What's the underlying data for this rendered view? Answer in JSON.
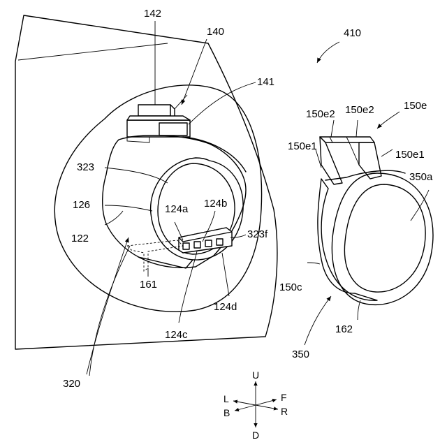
{
  "diagram": {
    "labels": {
      "n410": "410",
      "n142": "142",
      "n140": "140",
      "n141": "141",
      "n150e": "150e",
      "n150e2_left": "150e2",
      "n150e2_right": "150e2",
      "n150e1_left": "150e1",
      "n150e1_right": "150e1",
      "n323": "323",
      "n126": "126",
      "n124a": "124a",
      "n124b": "124b",
      "n122": "122",
      "n323f": "323f",
      "n350a": "350a",
      "n161": "161",
      "n150c": "150c",
      "n124d": "124d",
      "n124c": "124c",
      "n162": "162",
      "n350": "350",
      "n320": "320"
    },
    "axes": {
      "up": "U",
      "down": "D",
      "left": "L",
      "back": "B",
      "front": "F",
      "right": "R"
    }
  }
}
